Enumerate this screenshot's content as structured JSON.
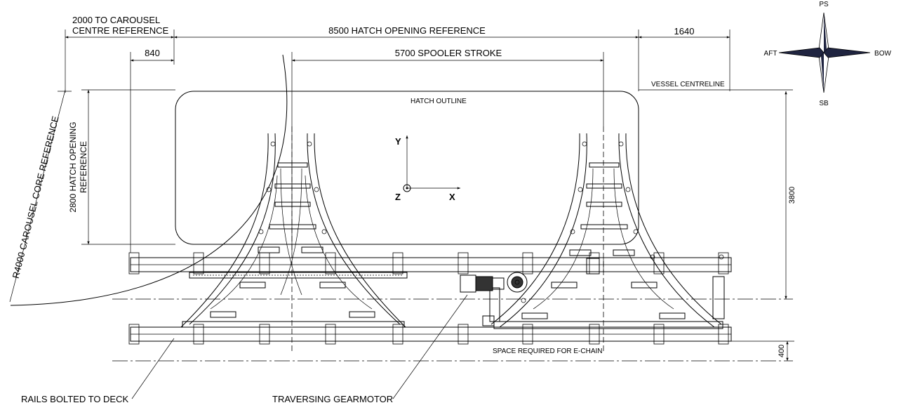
{
  "dims": {
    "carousel_ref": [
      "2000 TO CAROUSEL",
      "CENTRE REFERENCE"
    ],
    "hatch_opening": "8500 HATCH OPENING REFERENCE",
    "right_offset": "1640",
    "left_offset": "840",
    "spooler_stroke": "5700 SPOOLER STROKE",
    "hatch_height": [
      "2800 HATCH OPENING",
      "REFERENCE"
    ],
    "right_height": "3800",
    "echain_height": "400"
  },
  "labels": {
    "hatch_outline": "HATCH OUTLINE",
    "vessel_centreline": "VESSEL CENTRELINE",
    "carousel_core": "R4000 CAROUSEL CORE REFERENCE",
    "echain": "SPACE REQUIRED FOR E-CHAIN",
    "rails": "RAILS BOLTED TO DECK",
    "gearmotor": "TRAVERSING GEARMOTOR"
  },
  "axes": {
    "y": "Y",
    "z": "Z",
    "x": "X"
  },
  "compass": {
    "north": "PS",
    "south": "SB",
    "west": "AFT",
    "east": "BOW"
  }
}
